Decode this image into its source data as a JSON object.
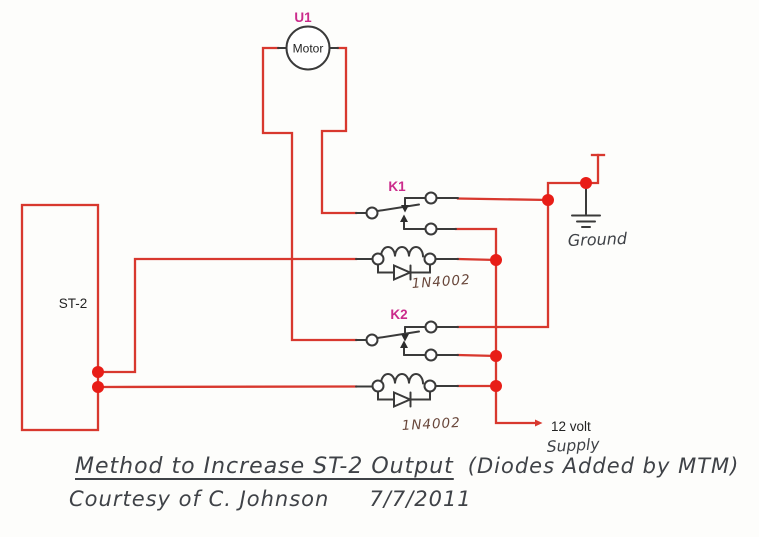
{
  "labels": {
    "motor_ref": "U1",
    "motor": "Motor",
    "st2": "ST-2",
    "k1_ref": "K1",
    "k2_ref": "K2",
    "k1_diode": "1N4002",
    "k2_diode": "1N4002",
    "ground": "Ground",
    "supply_line1": "12 volt",
    "supply_line2": "Supply"
  },
  "caption": {
    "title": "Method to Increase ST-2 Output",
    "note": "(Diodes Added by MTM)",
    "credit": "Courtesy of  C. Johnson",
    "date": "7/7/2011"
  },
  "colors": {
    "wire_red": "#d8382e",
    "junction_red": "#e81d17",
    "component_ink": "#3a3a3a",
    "reference_magenta": "#cb2b8b",
    "printed_text": "#232323",
    "handwriting": "#3f4247",
    "diode_label_ink": "#68463a"
  }
}
